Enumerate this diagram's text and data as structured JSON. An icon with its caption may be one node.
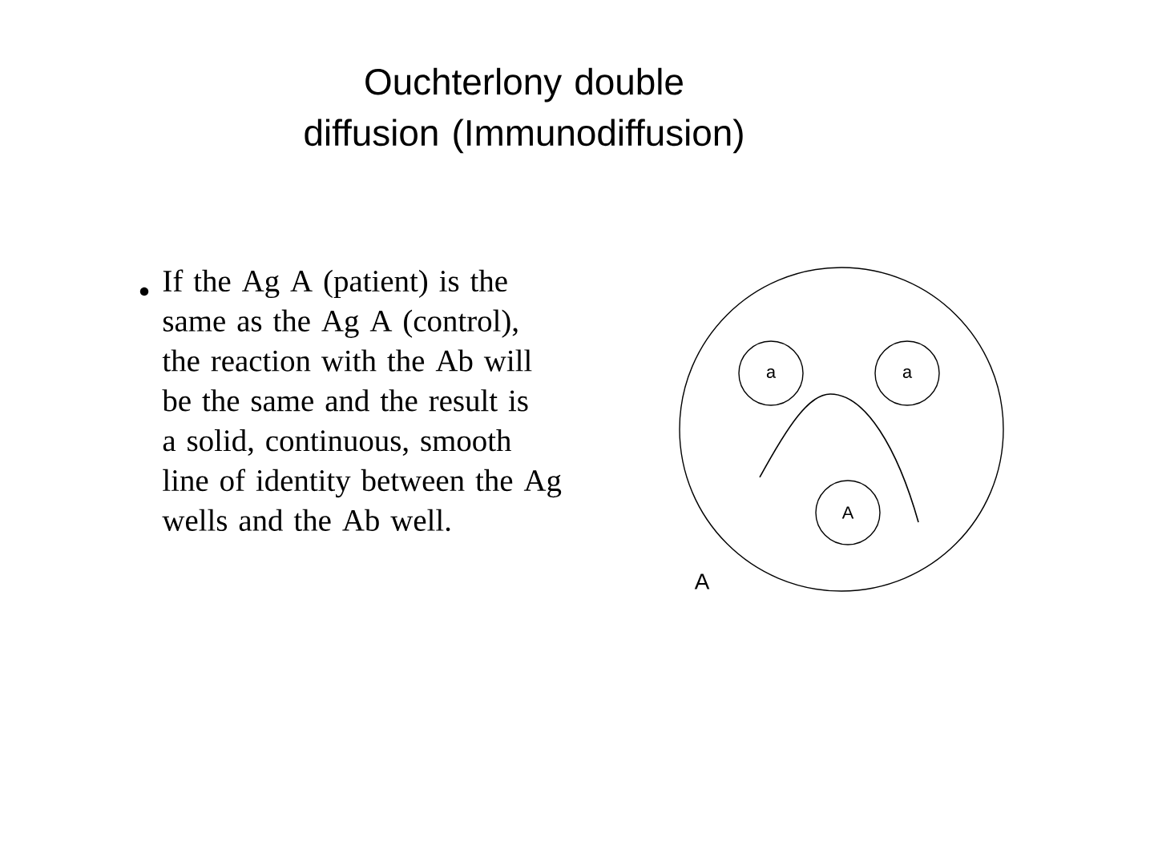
{
  "diagram": {
    "title": "Ouchterlony double diffusion (Immunodiffusion)",
    "nodes": [
      {
        "text": [],
        "shape": "circle"
      },
      {
        "text": [
          "a"
        ],
        "in": 0
      },
      {
        "text": [
          "a"
        ],
        "in": 0
      },
      {
        "text": [
          "A"
        ],
        "in": 0
      }
    ],
    "edges": [],
    "labels": [
      "If the Ag A (patient) is the same as the Ag A (control), the reaction with the Ab will be the same and the result is a solid, continuous, smooth line of identity between the Ag wells and the Ab well.",
      "A"
    ]
  }
}
